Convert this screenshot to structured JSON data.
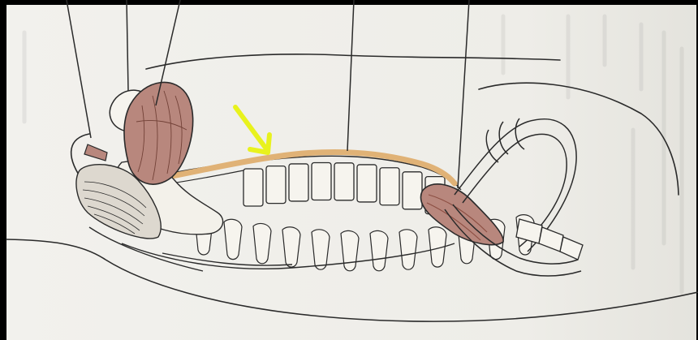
{
  "figure": {
    "colors": {
      "border": "#000000",
      "paper": "#eeede8",
      "ink": "#2a2a2a",
      "spinal_cord": "#e0b276",
      "tissue": "#b8877d",
      "tissue_dark": "#8c4e42",
      "bone": "#f6f4ee",
      "pointer": "#e8f21d"
    },
    "leader_lines": [
      {
        "name": "leader-line-1"
      },
      {
        "name": "leader-line-2"
      },
      {
        "name": "leader-line-3"
      },
      {
        "name": "leader-line-4"
      },
      {
        "name": "leader-line-5"
      }
    ],
    "vertebrae_count": 9,
    "spinous_process_count": 12
  }
}
